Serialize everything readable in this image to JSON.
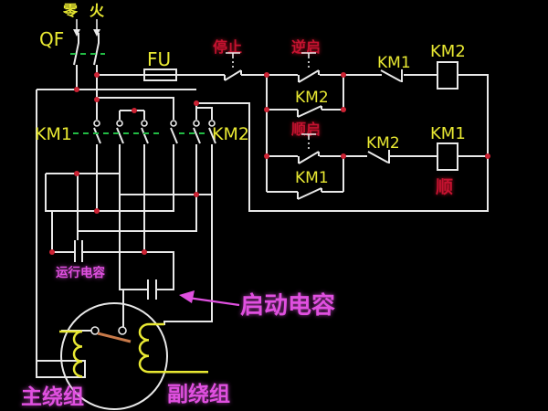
{
  "labels": {
    "neutral": "零",
    "live": "火",
    "breaker": "QF",
    "fuse": "FU",
    "stop": "停止",
    "reverse_start": "逆启",
    "forward_start": "顺启",
    "km1": "KM1",
    "km2": "KM2",
    "forward_short": "顺",
    "running_capacitor": "运行电容",
    "starting_capacitor": "启动电容",
    "main_winding": "主绕组",
    "auxiliary_winding": "副绕组"
  },
  "colors": {
    "background": "#000000",
    "wire": "#e8e8e8",
    "component_label": "#e8e832",
    "action_label": "#c41230",
    "annotation": "#e050e0",
    "junction_dot": "#cc2233",
    "linkage_dash": "#22bb44",
    "switch_blade": "#c87a4a",
    "winding": "#e8e832"
  }
}
